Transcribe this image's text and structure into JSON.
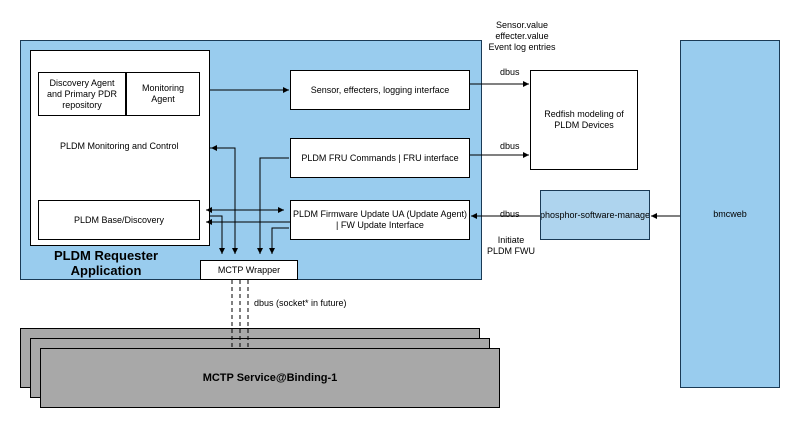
{
  "blocks": {
    "requester_app": "PLDM Requester\nApplication",
    "discovery_agent": "Discovery Agent\nand Primary PDR\nrepository",
    "monitoring_agent": "Monitoring\nAgent",
    "monitoring_control": "PLDM Monitoring and Control",
    "base_discovery": "PLDM Base/Discovery",
    "sensor_interface": "Sensor, effecters, logging interface",
    "fru_interface": "PLDM FRU Commands | FRU interface",
    "fw_update_interface": "PLDM Firmware Update UA (Update Agent)\n| FW Update Interface",
    "mctp_wrapper": "MCTP Wrapper",
    "redfish": "Redfish modeling of\nPLDM Devices",
    "phosphor": "phosphor-software-manage",
    "bmcweb": "bmcweb",
    "mctp_service": "MCTP Service@Binding-1"
  },
  "labels": {
    "sensor_values": "Sensor.value\neffecter.value\nEvent log entries",
    "dbus_1": "dbus",
    "dbus_2": "dbus",
    "dbus_3": "dbus",
    "initiate_fwu": "Initiate\nPLDM FWU",
    "dbus_socket": "dbus (socket* in future)"
  },
  "colors": {
    "app_blue": "#99ccee",
    "phosphor_blue": "#aed4ee",
    "service_gray": "#a8a8a8"
  }
}
